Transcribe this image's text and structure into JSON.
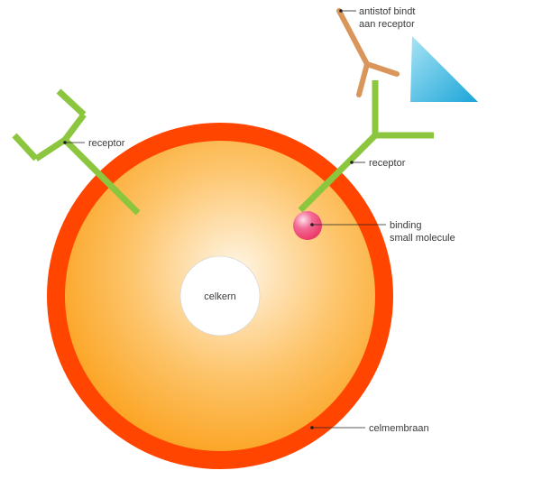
{
  "labels": {
    "antibody": [
      "antistof bindt",
      "aan receptor"
    ],
    "receptor_left": "receptor",
    "receptor_right": "receptor",
    "small_molecule": [
      "binding",
      "small molecule"
    ],
    "nucleus": "celkern",
    "membrane": "celmembraan"
  },
  "colors": {
    "membrane": "#ff4500",
    "cytoplasm_center": "#fff6e6",
    "cytoplasm_edge": "#fba21e",
    "nucleus": "#ffffff",
    "receptor": "#8cc63f",
    "antibody": "#d9955a",
    "molecule": "#ec3a6a",
    "antigen_light": "#a8e4f5",
    "antigen_dark": "#1ba5d8",
    "leader_line": "#222222"
  }
}
